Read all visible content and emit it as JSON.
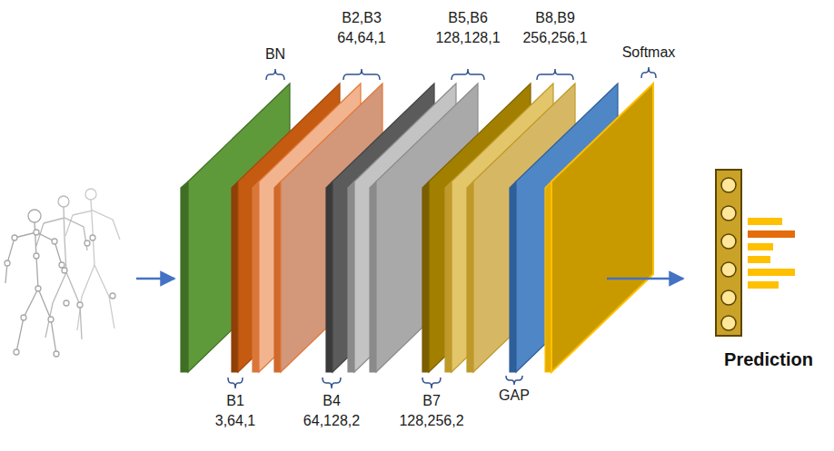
{
  "diagram": {
    "labels": [
      "BN",
      "B2,B3",
      "64,64,1",
      "B5,B6",
      "128,128,1",
      "B8,B9",
      "256,256,1",
      "Softmax",
      "B1",
      "3,64,1",
      "B4",
      "64,128,2",
      "B7",
      "128,256,2",
      "GAP",
      "Prediction"
    ]
  }
}
